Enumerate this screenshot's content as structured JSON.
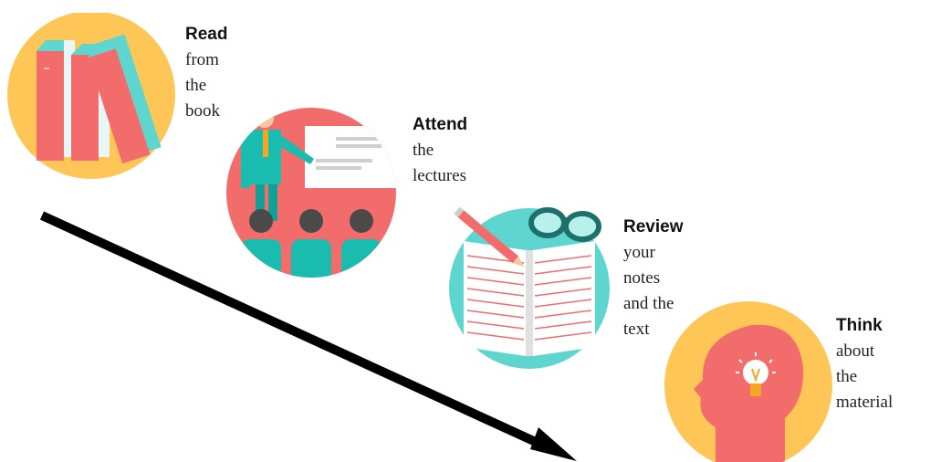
{
  "steps": [
    {
      "keyword": "Read",
      "rest_line1": " from the book",
      "rest_line2": "",
      "icon": "books-icon"
    },
    {
      "keyword": "Attend",
      "rest_line1": " the lectures",
      "rest_line2": "",
      "icon": "lecture-icon"
    },
    {
      "keyword": "Review",
      "rest_line1": " your notes",
      "rest_line2": "and the text",
      "icon": "notes-icon"
    },
    {
      "keyword": "Think",
      "rest_line1": " about",
      "rest_line2": "the material",
      "icon": "think-icon"
    }
  ],
  "colors": {
    "yellow": "#FDC656",
    "coral": "#F36C6C",
    "teal": "#5ED6CF",
    "dark_teal": "#1ABCB0",
    "arrow": "#000000"
  }
}
